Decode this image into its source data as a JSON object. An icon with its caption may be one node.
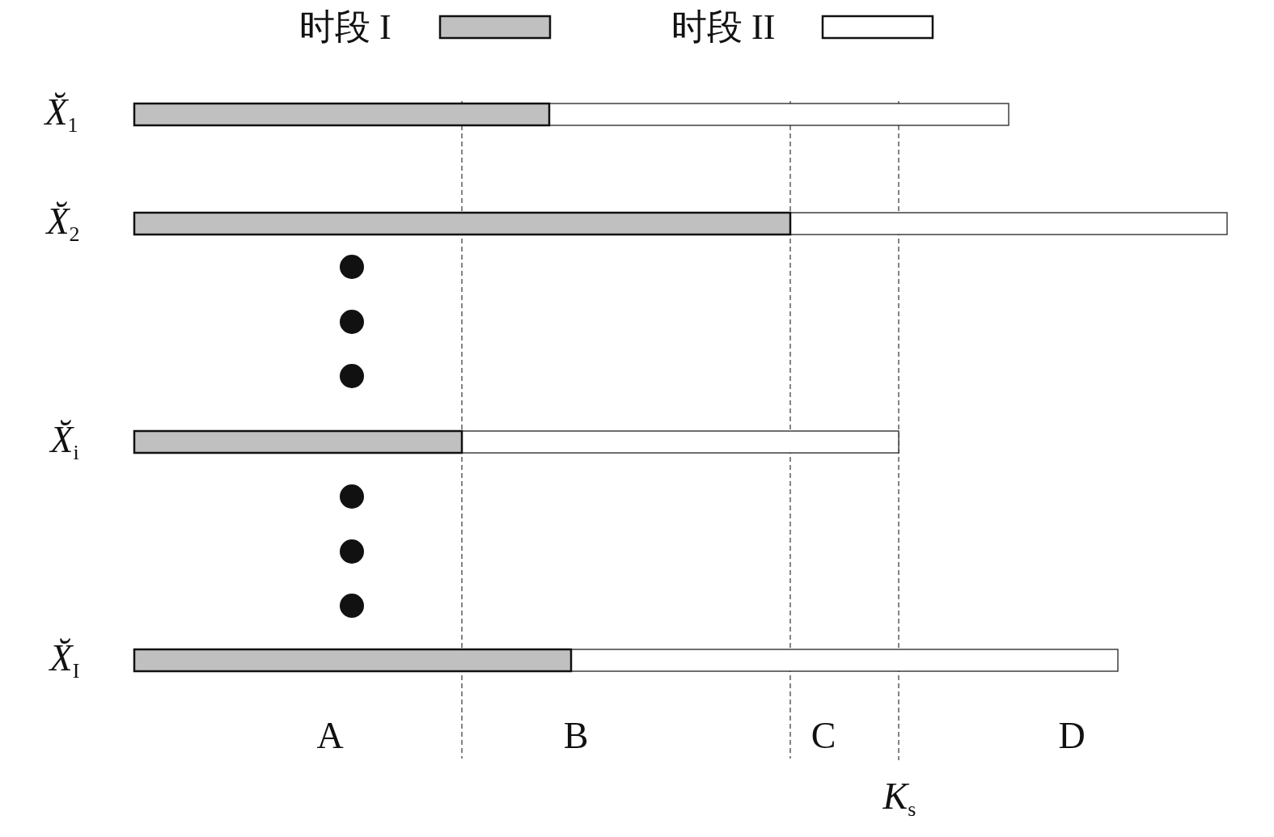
{
  "diagram": {
    "labels": [
      "*X̆*$_{1}$",
      "*X̆*$_{2}$",
      "*X̆*$_{i}$",
      "*X̆*$_{I}$",
      "A",
      "B",
      "C",
      "D",
      "*K*$_{s}$"
    ],
    "legend": [
      {
        "text": "时段 I",
        "color": "#c0c0c0"
      },
      {
        "text": "时段 II",
        "color": "#ffffff"
      }
    ]
  }
}
